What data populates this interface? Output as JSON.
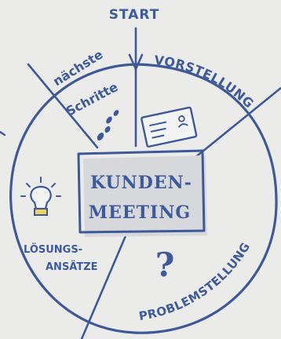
{
  "diagram": {
    "start": "START",
    "center_line1": "KUNDEN-",
    "center_line2": "MEETING",
    "segments": {
      "vorstellung": "VORSTELLUNG",
      "problemstellung": "PROBLEMSTELLUNG",
      "loesungsansaetze_line1": "LÖSUNGS-",
      "loesungsansaetze_line2": "ANSÄTZE",
      "naechste": "nächste",
      "schritte": "Schritte"
    },
    "question_mark": "?",
    "icons": [
      "business-card-icon",
      "lightbulb-icon",
      "footsteps-icon",
      "arrow-down-icon"
    ],
    "colors": {
      "ink": "#3e5898",
      "background": "#ebecea",
      "card_fill": "#f3f4f4"
    }
  }
}
